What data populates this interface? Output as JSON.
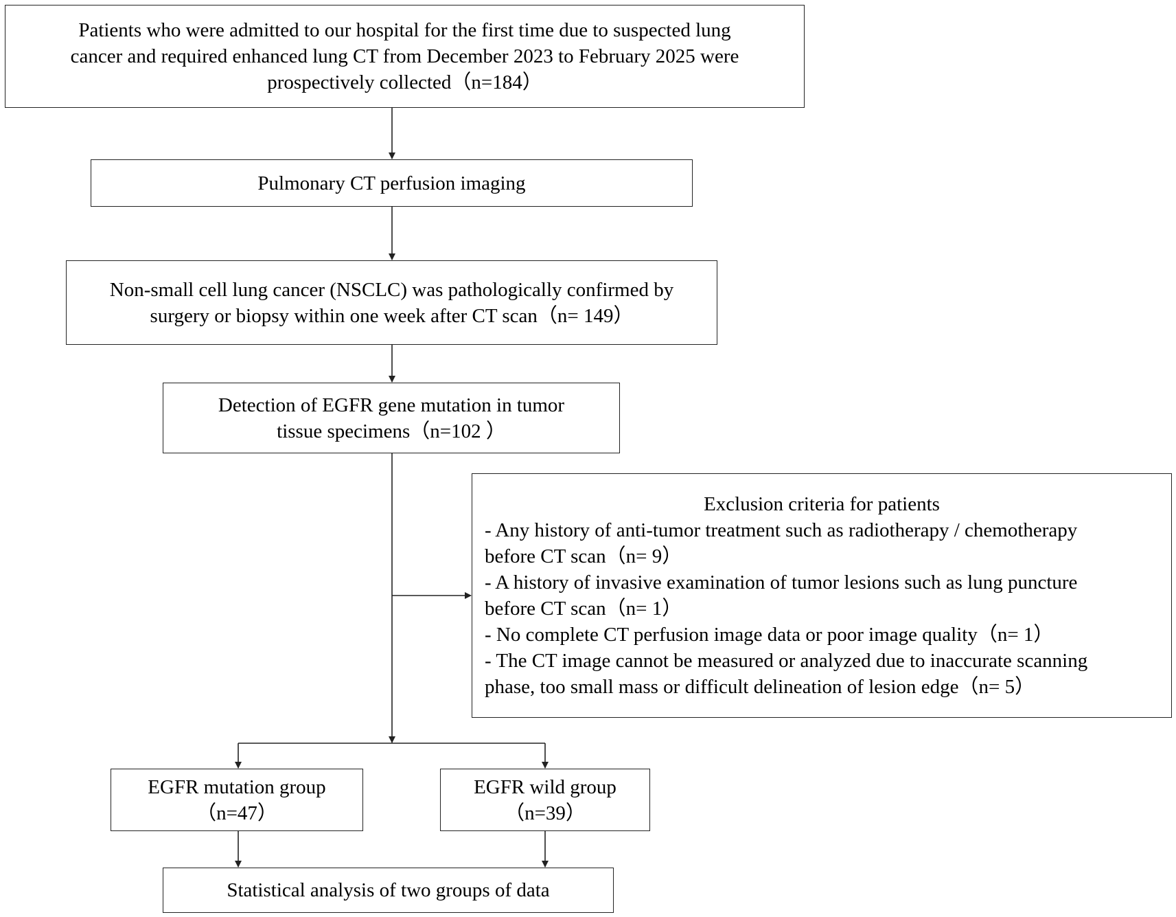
{
  "nodes": {
    "collected": {
      "lines": [
        "Patients who were admitted to our hospital for the first time due to suspected lung",
        "cancer and required enhanced lung CT from December 2023 to February 2025 were",
        "prospectively collected（n=184）"
      ]
    },
    "ctp": {
      "lines": [
        "Pulmonary CT perfusion imaging"
      ]
    },
    "nsclc": {
      "lines": [
        "Non-small cell lung cancer (NSCLC) was pathologically confirmed by",
        "surgery or biopsy within one week after CT scan（n= 149）"
      ]
    },
    "egfr_detection": {
      "lines": [
        "Detection of EGFR gene mutation in tumor",
        "tissue specimens（n=102 ）"
      ]
    },
    "exclusion": {
      "title": "Exclusion criteria for patients",
      "lines": [
        "- Any history of anti-tumor treatment such as radiotherapy / chemotherapy",
        "before CT scan（n= 9）",
        "- A history of invasive examination of tumor lesions such as lung puncture",
        "before CT scan（n= 1）",
        "- No complete CT perfusion image data or poor image quality（n= 1）",
        "- The CT image cannot be measured or analyzed due to inaccurate scanning",
        "phase, too small mass or difficult delineation of lesion edge（n= 5）"
      ]
    },
    "mutation_group": {
      "lines": [
        "EGFR mutation group",
        "（n=47）"
      ]
    },
    "wild_group": {
      "lines": [
        "EGFR wild group",
        "（n=39）"
      ]
    },
    "stats": {
      "lines": [
        "Statistical analysis of two groups of data"
      ]
    }
  },
  "colors": {
    "line": "#222222",
    "box_border": "#222222",
    "background": "#ffffff",
    "text": "#000000"
  }
}
